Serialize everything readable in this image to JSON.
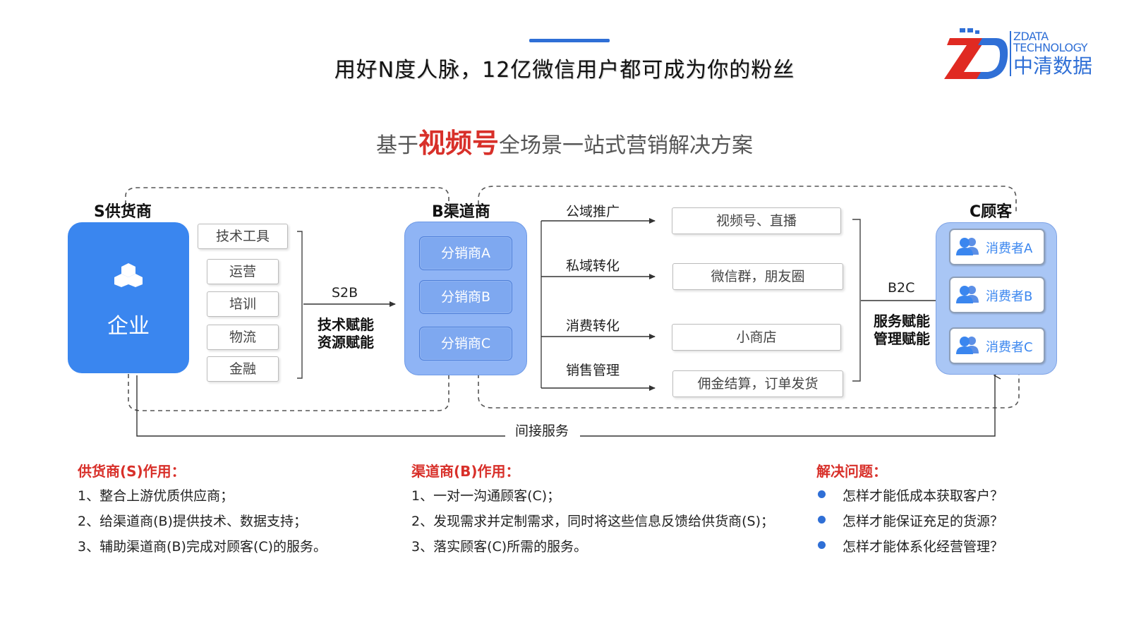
{
  "header": {
    "title": "用好N度人脉，12亿微信用户都可成为你的粉丝",
    "subtitle_prefix": "基于",
    "subtitle_highlight": "视频号",
    "subtitle_suffix": "全场景一站式营销解决方案"
  },
  "logo": {
    "line1": "ZDATA",
    "line2": "TECHNOLOGY",
    "cn": "中清数据"
  },
  "colors": {
    "primary_blue": "#3a86ef",
    "accent_red": "#d8302a",
    "light_blue": "#8fb4f5"
  },
  "supplier": {
    "title": "S供货商",
    "icon": "cubes-icon",
    "box_label": "企业",
    "tools": [
      "技术工具",
      "运营",
      "培训",
      "物流",
      "金融"
    ]
  },
  "s2b": {
    "label": "S2B",
    "line1": "技术赋能",
    "line2": "资源赋能"
  },
  "channel": {
    "title": "B渠道商",
    "items": [
      "分销商A",
      "分销商B",
      "分销商C"
    ]
  },
  "routes": [
    {
      "label": "公域推广",
      "target": "视频号、直播"
    },
    {
      "label": "私域转化",
      "target": "微信群，朋友圈"
    },
    {
      "label": "消费转化",
      "target": "小商店"
    },
    {
      "label": "销售管理",
      "target": "佣金结算，订单发货"
    }
  ],
  "b2c": {
    "label": "B2C",
    "line1": "服务赋能",
    "line2": "管理赋能"
  },
  "customer": {
    "title": "C顾客",
    "icon": "users-icon",
    "items": [
      "消费者A",
      "消费者B",
      "消费者C"
    ]
  },
  "indirect_service": "间接服务",
  "sections": [
    {
      "title": "供货商(S)作用：",
      "lines": [
        "1、整合上游优质供应商；",
        "2、给渠道商(B)提供技术、数据支持；",
        "3、辅助渠道商(B)完成对顾客(C)的服务。"
      ]
    },
    {
      "title": "渠道商(B)作用：",
      "lines": [
        "1、一对一沟通顾客(C)；",
        "2、发现需求并定制需求，同时将这些信息反馈给供货商(S)；",
        "3、落实顾客(C)所需的服务。"
      ]
    },
    {
      "title": "解决问题：",
      "lines": [
        "怎样才能低成本获取客户？",
        "怎样才能保证充足的货源？",
        "怎样才能体系化经营管理？"
      ]
    }
  ]
}
